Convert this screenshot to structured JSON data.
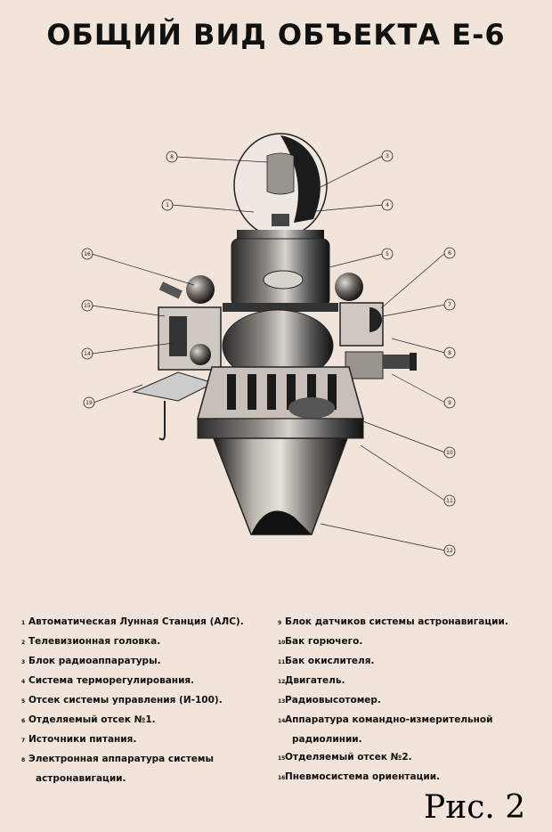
{
  "title": "ОБЩИЙ ВИД ОБЪЕКТА   Е-6",
  "callouts": [
    "8",
    "1",
    "16",
    "15",
    "14",
    "19",
    "3",
    "4",
    "5",
    "6",
    "7",
    "8",
    "9",
    "10",
    "11",
    "12"
  ],
  "legend_left": [
    {
      "num": "1",
      "text": "Автоматическая Лунная Станция (АЛС)."
    },
    {
      "num": "2",
      "text": "Телевизионная головка."
    },
    {
      "num": "3",
      "text": "Блок радиоаппаратуры."
    },
    {
      "num": "4",
      "text": "Система терморегулирования."
    },
    {
      "num": "5",
      "text": "Отсек системы управления (И-100)."
    },
    {
      "num": "6",
      "text": "Отделяемый отсек №1."
    },
    {
      "num": "7",
      "text": "Источники питания."
    },
    {
      "num": "8",
      "text": "Электронная аппаратура системы"
    },
    {
      "num": "",
      "text": "астронавигации."
    }
  ],
  "legend_right": [
    {
      "num": "9",
      "text": "Блок датчиков системы астронавигации."
    },
    {
      "num": "10",
      "text": "Бак горючего."
    },
    {
      "num": "11",
      "text": "Бак окислителя."
    },
    {
      "num": "12",
      "text": "Двигатель."
    },
    {
      "num": "13",
      "text": "Радиовысотомер."
    },
    {
      "num": "14",
      "text": "Аппаратура командно-измерительной"
    },
    {
      "num": "",
      "text": "радиолинии."
    },
    {
      "num": "15",
      "text": "Отделяемый отсек №2."
    },
    {
      "num": "16",
      "text": "Пневмосистема ориентации."
    }
  ],
  "figure_label": "Рис. 2"
}
